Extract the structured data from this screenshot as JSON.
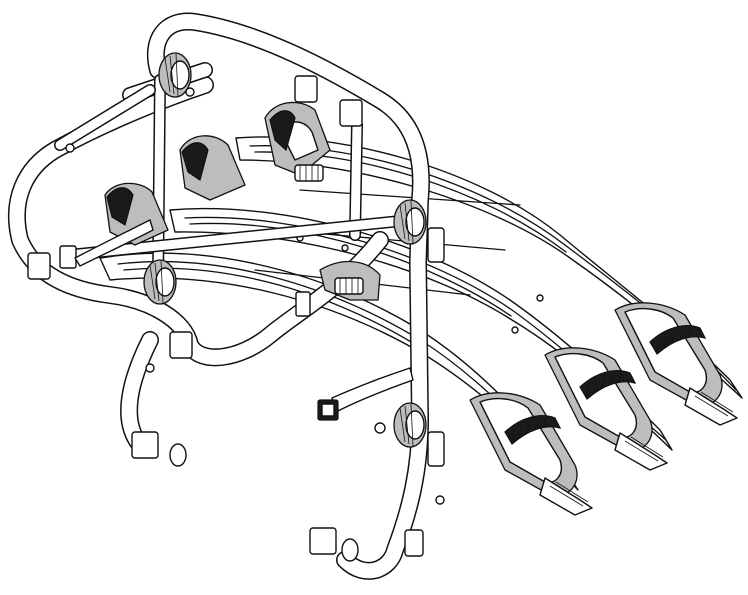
{
  "figure": {
    "subject": "bike-rack-line-drawing",
    "colors": {
      "line": "#111111",
      "background": "#ffffff",
      "shade": "#bdbdbd",
      "strap": "#1a1a1a"
    },
    "parts": {
      "wheel_trays": 3,
      "frame_arms": 3,
      "knobs": 4,
      "ratchet_straps": 3,
      "cradles": 3
    }
  }
}
